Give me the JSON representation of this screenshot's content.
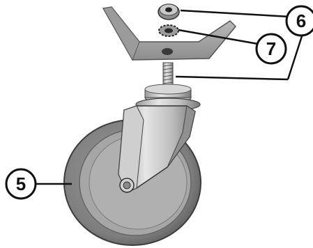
{
  "figure": {
    "callouts": [
      {
        "id": "bolt-nut",
        "label": "6"
      },
      {
        "id": "washer",
        "label": "7"
      },
      {
        "id": "wheel",
        "label": "5"
      }
    ],
    "colors": {
      "wheel_outer": "#777777",
      "wheel_rim": "#a0a0a0",
      "metal_light": "#d8d8d8",
      "metal_dark": "#7c7c7c",
      "line": "#1a1a1a"
    }
  }
}
